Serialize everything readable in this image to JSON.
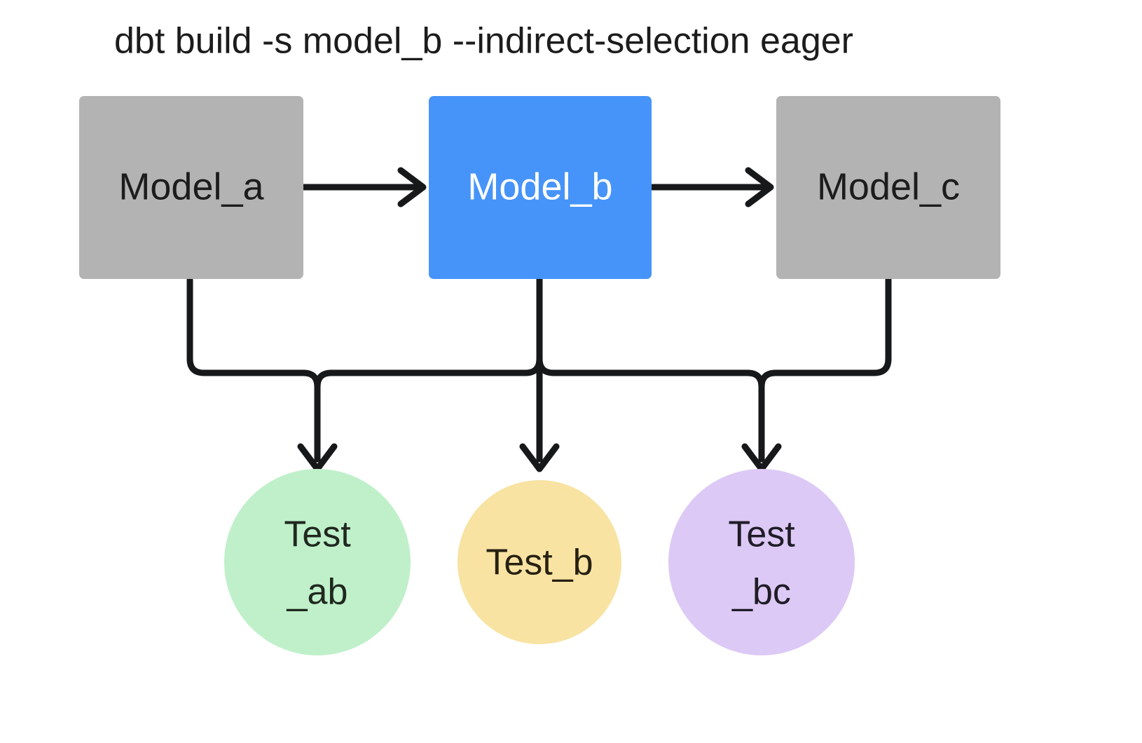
{
  "diagram": {
    "title": "dbt build -s model_b --indirect-selection eager",
    "background_color": "#ffffff",
    "edge_color": "#17181a",
    "models": [
      {
        "id": "model-a",
        "label": "Model_a",
        "shape": "rectangle",
        "fill": "#b3b3b3",
        "text_color": "#1c1c1c",
        "selected": false
      },
      {
        "id": "model-b",
        "label": "Model_b",
        "shape": "rectangle",
        "fill": "#4694f9",
        "text_color": "#ffffff",
        "selected": true
      },
      {
        "id": "model-c",
        "label": "Model_c",
        "shape": "rectangle",
        "fill": "#b3b3b3",
        "text_color": "#1c1c1c",
        "selected": false
      }
    ],
    "tests": [
      {
        "id": "test-ab",
        "label_line1": "Test",
        "label_line2": "_ab",
        "shape": "circle",
        "fill": "#bff0ca",
        "text_color": "#20281f"
      },
      {
        "id": "test-b",
        "label_line1": "Test_b",
        "label_line2": "",
        "shape": "circle",
        "fill": "#f8e3a3",
        "text_color": "#262112"
      },
      {
        "id": "test-bc",
        "label_line1": "Test",
        "label_line2": "_bc",
        "shape": "circle",
        "fill": "#dcc9f5",
        "text_color": "#1f1c26"
      }
    ],
    "edges": [
      {
        "id": "edge-a-to-b",
        "from": "model-a",
        "to": "model-b",
        "style": "straight-horizontal"
      },
      {
        "id": "edge-b-to-c",
        "from": "model-b",
        "to": "model-c",
        "style": "straight-horizontal"
      },
      {
        "id": "edge-a-to-test-ab",
        "from": "model-a",
        "to": "test-ab",
        "style": "elbow"
      },
      {
        "id": "edge-b-to-test-ab",
        "from": "model-b",
        "to": "test-ab",
        "style": "elbow"
      },
      {
        "id": "edge-b-to-test-b",
        "from": "model-b",
        "to": "test-b",
        "style": "straight-vertical"
      },
      {
        "id": "edge-b-to-test-bc",
        "from": "model-b",
        "to": "test-bc",
        "style": "elbow"
      },
      {
        "id": "edge-c-to-test-bc",
        "from": "model-c",
        "to": "test-bc",
        "style": "elbow"
      }
    ]
  }
}
